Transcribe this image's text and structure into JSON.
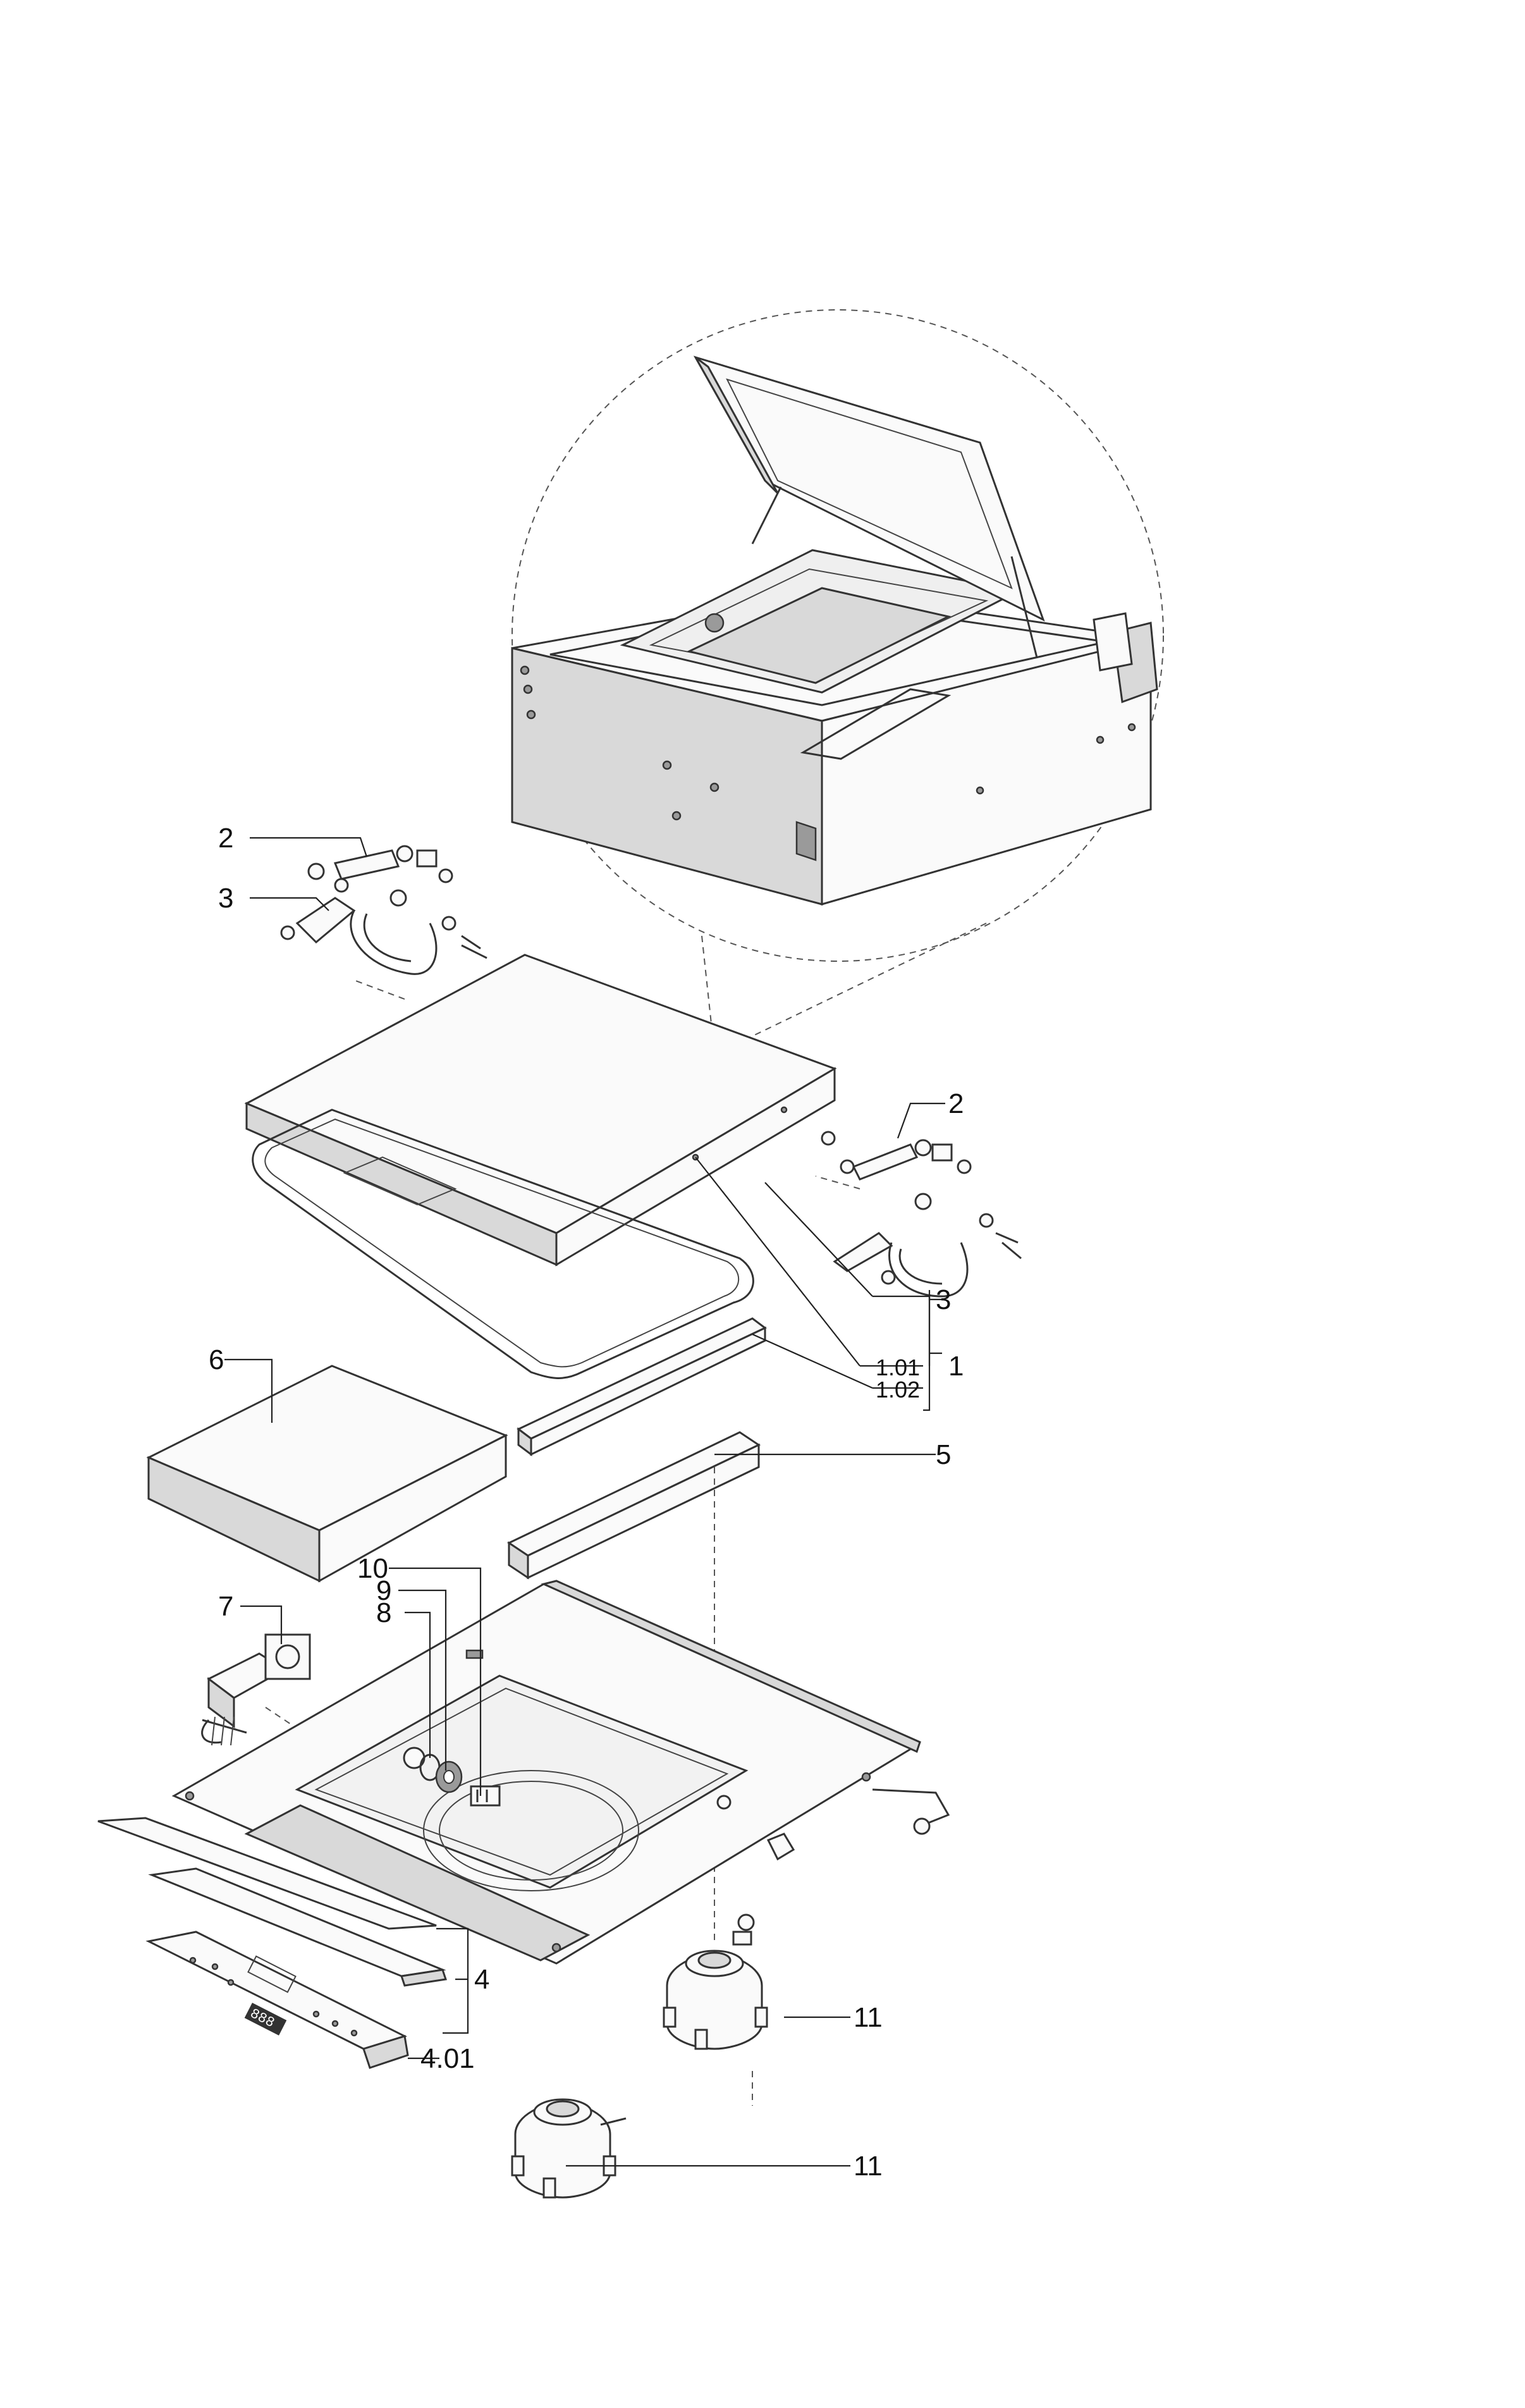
{
  "callouts": {
    "c2a": "2",
    "c3a": "3",
    "c2b": "2",
    "c3b": "3",
    "c101": "1.01",
    "c1": "1",
    "c102": "1.02",
    "c6": "6",
    "c5": "5",
    "c10": "10",
    "c9": "9",
    "c8": "8",
    "c7": "7",
    "c11a": "11",
    "c4": "4",
    "c401": "4.01",
    "c11b": "11"
  },
  "display_readout": "888"
}
